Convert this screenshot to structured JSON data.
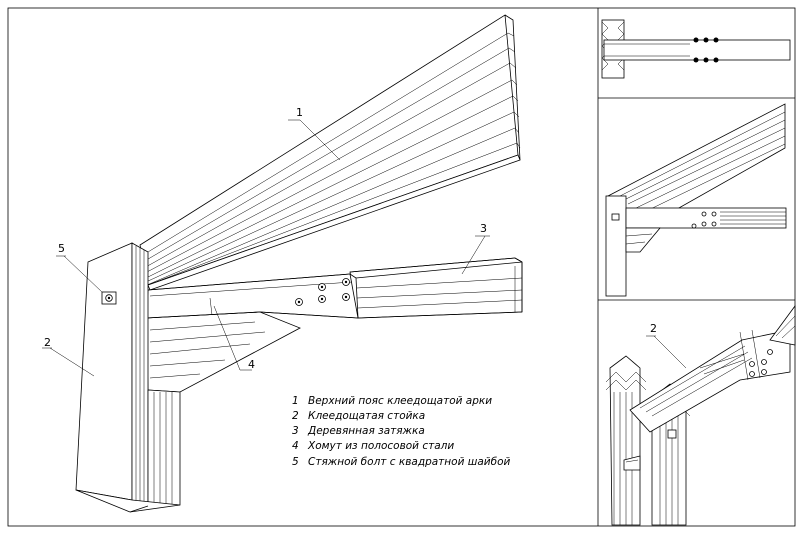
{
  "callouts": {
    "c1": "1",
    "c2": "2",
    "c3": "3",
    "c4": "4",
    "c5": "5",
    "detail_c2": "2"
  },
  "legend": [
    {
      "num": "1",
      "text": "Верхний пояс клеедощатой арки"
    },
    {
      "num": "2",
      "text": "Клеедощатая стойка"
    },
    {
      "num": "3",
      "text": "Деревянная затяжка"
    },
    {
      "num": "4",
      "text": "Хомут из полосовой стали"
    },
    {
      "num": "5",
      "text": "Стяжной болт с квадратной шайбой"
    }
  ]
}
